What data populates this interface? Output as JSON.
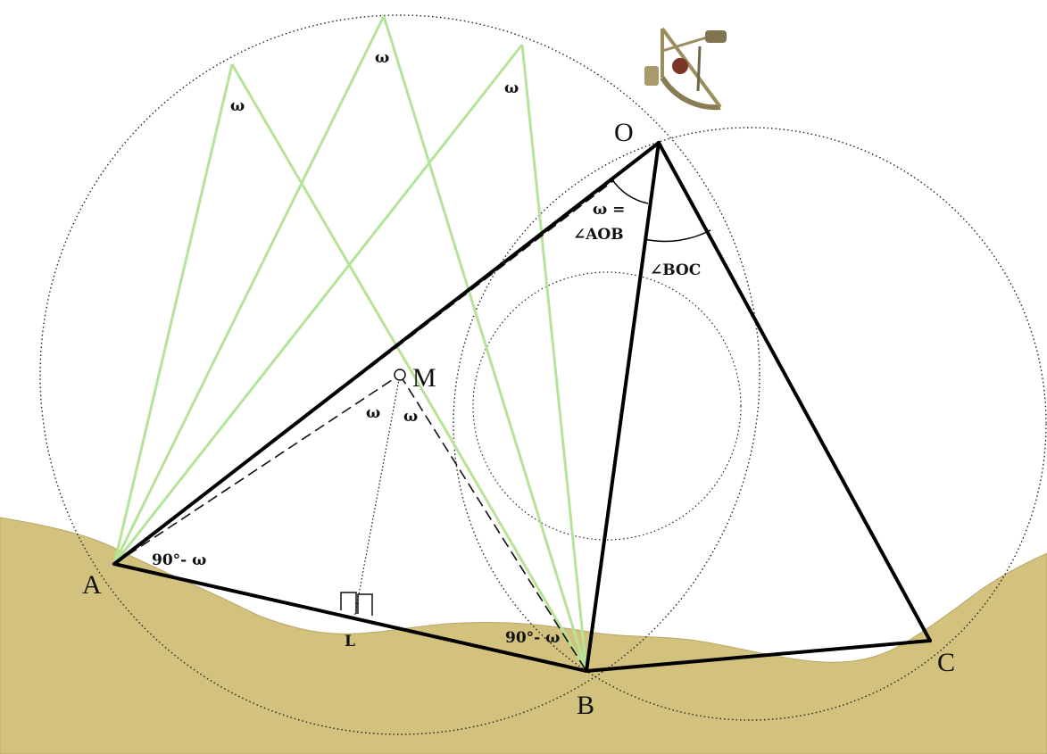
{
  "diagram": {
    "points": {
      "O": "O",
      "A": "A",
      "B": "B",
      "C": "C",
      "M": "M",
      "L": "L"
    },
    "angles": {
      "omega": "ω",
      "omega_eq": "ω =",
      "aob": "∠AOB",
      "boc": "∠BOC",
      "ninety_minus_omega": "90°- ω"
    },
    "colors": {
      "ground": "#d2c27e",
      "ground_edge": "#b8a766",
      "sight_lines": "#b6e39a",
      "triangle": "#000000",
      "circles": "#222222"
    },
    "icons": {
      "instrument": "sextant-icon"
    }
  }
}
